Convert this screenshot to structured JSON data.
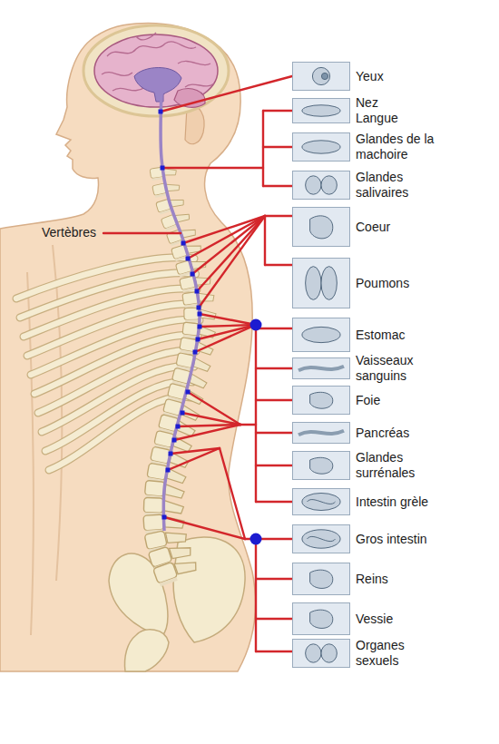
{
  "diagram": {
    "nodes": [
      {
        "text": [
          "Yeux"
        ]
      },
      {
        "text": [
          "Nez",
          "Langue"
        ]
      },
      {
        "text": [
          "Glandes de la machoire"
        ]
      },
      {
        "text": [
          "Glandes salivaires"
        ]
      },
      {
        "text": [
          "Coeur"
        ]
      },
      {
        "text": [
          "Poumons"
        ]
      },
      {
        "text": [
          "Estomac"
        ]
      },
      {
        "text": [
          "Vaisseaux sanguins"
        ]
      },
      {
        "text": [
          "Foie"
        ]
      },
      {
        "text": [
          "Pancréas"
        ]
      },
      {
        "text": [
          "Glandes surrénales"
        ]
      },
      {
        "text": [
          "Intestin grèle"
        ]
      },
      {
        "text": [
          "Gros intestin"
        ]
      },
      {
        "text": [
          "Reins"
        ]
      },
      {
        "text": [
          "Vessie"
        ]
      },
      {
        "text": [
          "Organes sexuels"
        ]
      }
    ],
    "labels": [
      "Vertèbres"
    ]
  }
}
